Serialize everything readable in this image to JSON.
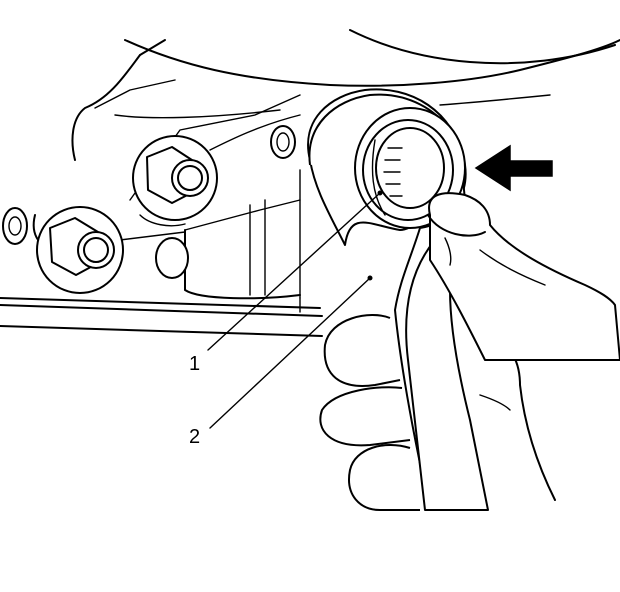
{
  "callouts": [
    {
      "id": "1",
      "text": "1"
    },
    {
      "id": "2",
      "text": "2"
    }
  ],
  "icons": {
    "direction_arrow": "arrow-left-icon"
  },
  "colors": {
    "line": "#000000",
    "background": "#ffffff"
  }
}
